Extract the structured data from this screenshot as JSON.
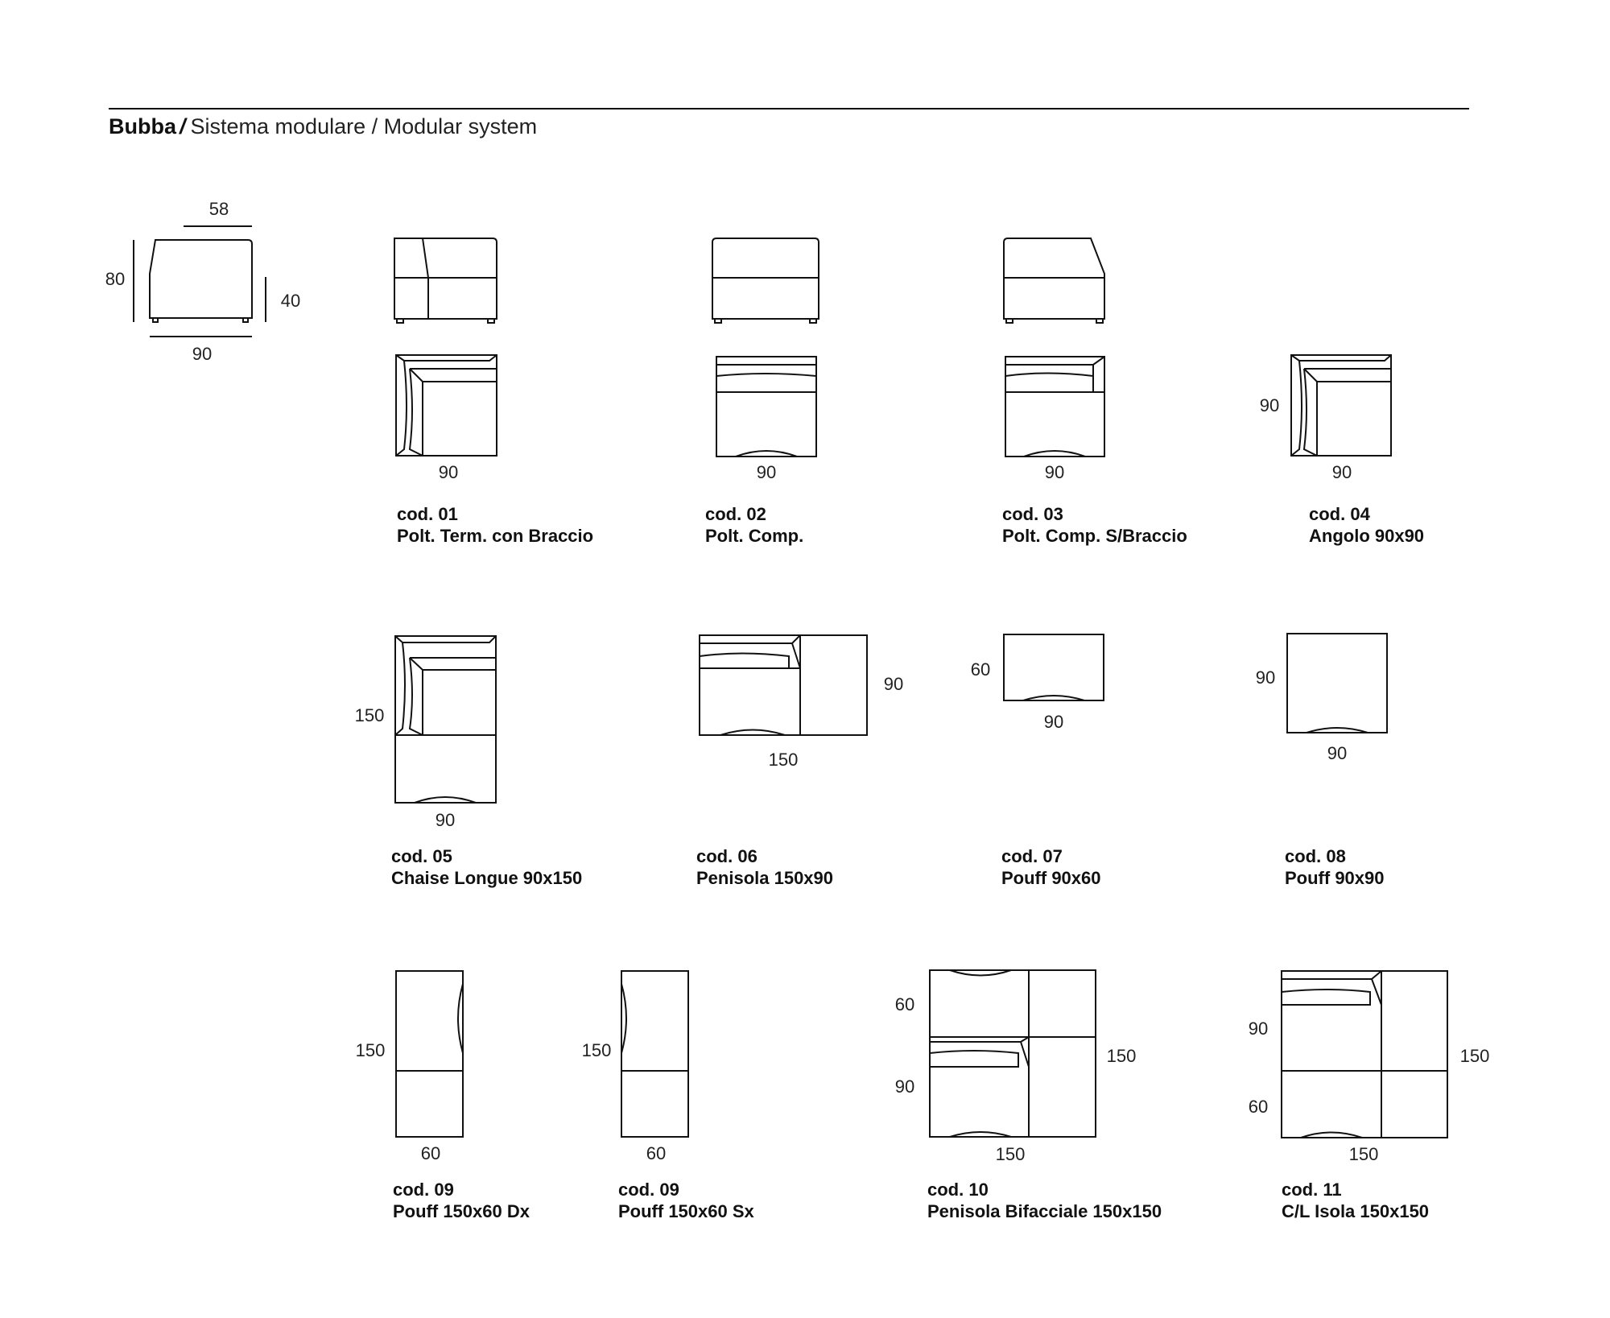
{
  "header": {
    "brand": "Bubba",
    "separator": "/",
    "subtitle": "Sistema modulare / Modular system"
  },
  "side_view": {
    "dims": [
      "58",
      "80",
      "40",
      "90"
    ]
  },
  "modules": [
    {
      "code": "cod. 01",
      "name": "Polt. Term. con Braccio",
      "dims": [
        "90"
      ]
    },
    {
      "code": "cod. 02",
      "name": "Polt. Comp.",
      "dims": [
        "90"
      ]
    },
    {
      "code": "cod. 03",
      "name": "Polt. Comp. S/Braccio",
      "dims": [
        "90"
      ]
    },
    {
      "code": "cod. 04",
      "name": "Angolo 90x90",
      "dims": [
        "90",
        "90"
      ]
    },
    {
      "code": "cod. 05",
      "name": "Chaise Longue 90x150",
      "dims": [
        "150",
        "90"
      ]
    },
    {
      "code": "cod. 06",
      "name": "Penisola 150x90",
      "dims": [
        "90",
        "150"
      ]
    },
    {
      "code": "cod. 07",
      "name": "Pouff 90x60",
      "dims": [
        "60",
        "90"
      ]
    },
    {
      "code": "cod. 08",
      "name": "Pouff 90x90",
      "dims": [
        "90",
        "90"
      ]
    },
    {
      "code": "cod. 09",
      "name": "Pouff 150x60 Dx",
      "dims": [
        "150",
        "60"
      ]
    },
    {
      "code": "cod. 09",
      "name": "Pouff 150x60 Sx",
      "dims": [
        "150",
        "60"
      ]
    },
    {
      "code": "cod. 10",
      "name": "Penisola Bifacciale 150x150",
      "dims": [
        "60",
        "90",
        "150",
        "150"
      ]
    },
    {
      "code": "cod. 11",
      "name": "C/L Isola 150x150",
      "dims": [
        "90",
        "60",
        "150",
        "150"
      ]
    }
  ]
}
